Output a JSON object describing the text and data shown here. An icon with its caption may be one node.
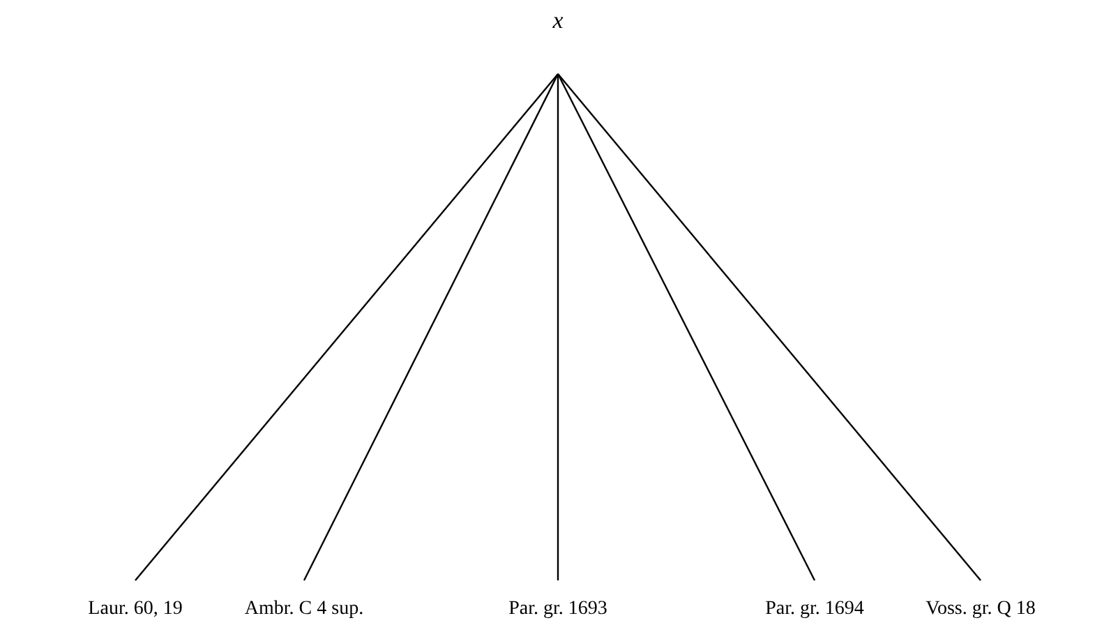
{
  "diagram": {
    "nodes": [
      {
        "text": [
          "x"
        ]
      },
      {
        "text": [
          "Laur. 60, 19"
        ]
      },
      {
        "text": [
          "Ambr. C 4 sup."
        ]
      },
      {
        "text": [
          "Par. gr. 1693"
        ]
      },
      {
        "text": [
          "Par. gr. 1694"
        ]
      },
      {
        "text": [
          "Voss. gr. Q 18"
        ]
      }
    ],
    "edges": [
      {
        "from": 0,
        "to": 1,
        "arrow": "none"
      },
      {
        "from": 0,
        "to": 2,
        "arrow": "none"
      },
      {
        "from": 0,
        "to": 3,
        "arrow": "none"
      },
      {
        "from": 0,
        "to": 4,
        "arrow": "none"
      },
      {
        "from": 0,
        "to": 5,
        "arrow": "none"
      }
    ]
  }
}
